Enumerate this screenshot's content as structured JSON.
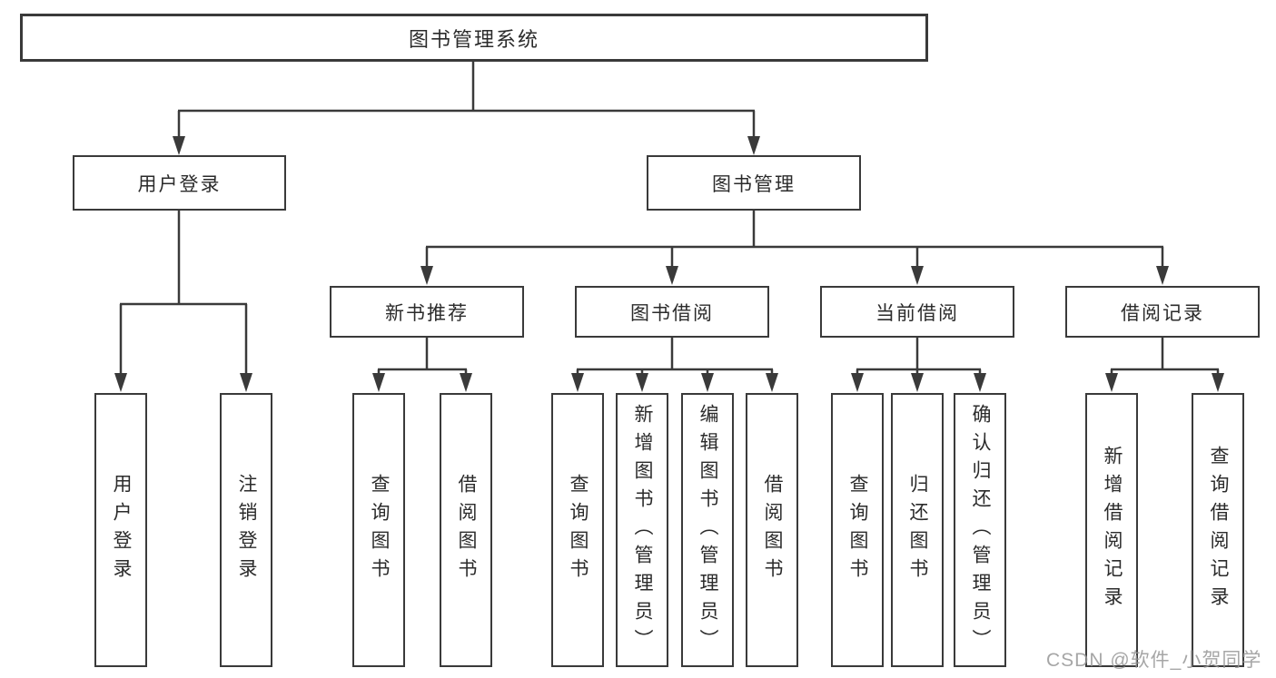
{
  "diagram": {
    "type": "hierarchy-tree",
    "title": "图书管理系统",
    "colors": {
      "line": "#3a3a3a",
      "box_border": "#3a3a3a",
      "box_background": "#ffffff",
      "text": "#2b2b2b",
      "watermark": "#979797"
    },
    "tree": {
      "root": "图书管理系统",
      "children": [
        {
          "label": "用户登录",
          "children": [
            "用户登录",
            "注销登录"
          ]
        },
        {
          "label": "图书管理",
          "children": [
            {
              "label": "新书推荐",
              "children": [
                "查询图书",
                "借阅图书"
              ]
            },
            {
              "label": "图书借阅",
              "children": [
                "查询图书",
                "新增图书（管理员）",
                "编辑图书（管理员）",
                "借阅图书"
              ]
            },
            {
              "label": "当前借阅",
              "children": [
                "查询图书",
                "归还图书",
                "确认归还（管理员）"
              ]
            },
            {
              "label": "借阅记录",
              "children": [
                "新增借阅记录",
                "查询借阅记录"
              ]
            }
          ]
        }
      ]
    }
  },
  "watermark": "CSDN @软件_小贺同学"
}
